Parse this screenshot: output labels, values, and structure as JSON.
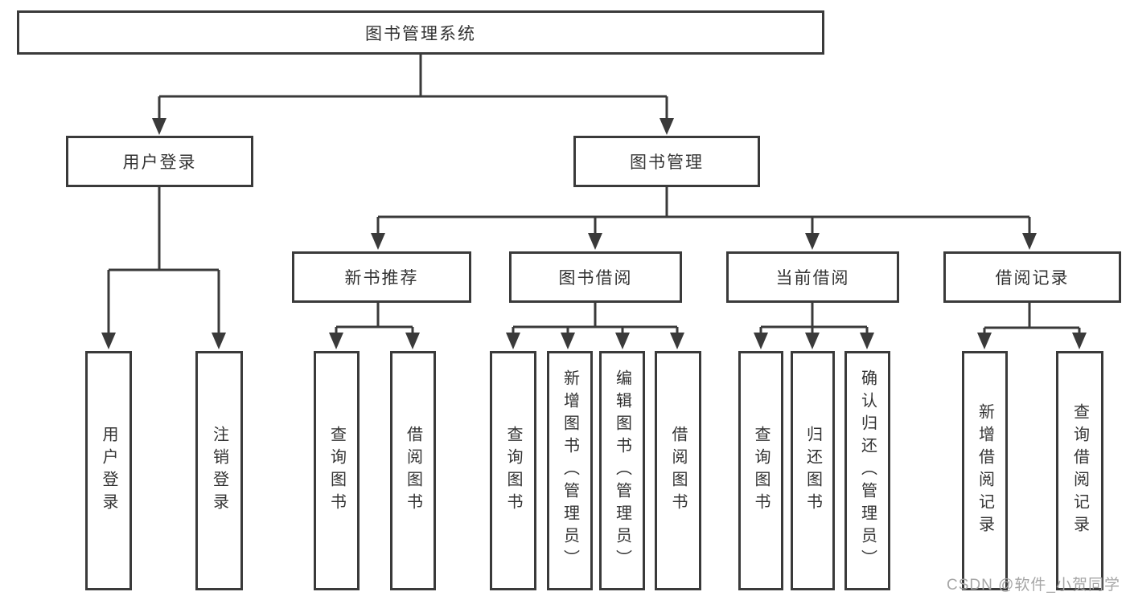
{
  "diagram_type": "functional-structure-tree",
  "colors": {
    "line": "#3a3a3a",
    "box_border": "#3a3a3a",
    "box_fill": "#ffffff",
    "text": "#333333",
    "background": "#ffffff",
    "watermark": "#a6a6a6"
  },
  "tree": {
    "label": "图书管理系统",
    "children": [
      {
        "label": "用户登录",
        "children": [
          {
            "label": "用户登录"
          },
          {
            "label": "注销登录"
          }
        ]
      },
      {
        "label": "图书管理",
        "children": [
          {
            "label": "新书推荐",
            "children": [
              {
                "label": "查询图书"
              },
              {
                "label": "借阅图书"
              }
            ]
          },
          {
            "label": "图书借阅",
            "children": [
              {
                "label": "查询图书"
              },
              {
                "label": "新增图书（管理员）"
              },
              {
                "label": "编辑图书（管理员）"
              },
              {
                "label": "借阅图书"
              }
            ]
          },
          {
            "label": "当前借阅",
            "children": [
              {
                "label": "查询图书"
              },
              {
                "label": "归还图书"
              },
              {
                "label": "确认归还（管理员）"
              }
            ]
          },
          {
            "label": "借阅记录",
            "children": [
              {
                "label": "新增借阅记录"
              },
              {
                "label": "查询借阅记录"
              }
            ]
          }
        ]
      }
    ]
  },
  "watermark": {
    "text": "CSDN @软件_小贺同学"
  }
}
